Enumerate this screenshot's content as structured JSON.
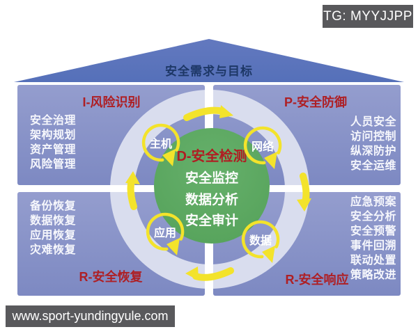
{
  "badges": {
    "tg": "TG: MYYJJPP",
    "website": "www.sport-yundingyule.com"
  },
  "roof": {
    "title": "安全需求与目标"
  },
  "quadrants": {
    "top_left": {
      "header": "I-风险识别",
      "items": [
        "安全治理",
        "架构规划",
        "资产管理",
        "风险管理"
      ]
    },
    "top_right": {
      "header": "P-安全防御",
      "items": [
        "人员安全",
        "访问控制",
        "纵深防护",
        "安全运维"
      ]
    },
    "bottom_left": {
      "header": "R-安全恢复",
      "items": [
        "备份恢复",
        "数据恢复",
        "应用恢复",
        "灾难恢复"
      ]
    },
    "bottom_right": {
      "header": "R-安全响应",
      "items": [
        "应急预案",
        "安全分析",
        "安全预警",
        "事件回溯",
        "联动处置",
        "策略改进"
      ]
    }
  },
  "center": {
    "header": "D-安全检测",
    "items": [
      "安全监控",
      "数据分析",
      "安全审计"
    ]
  },
  "nodes": {
    "host": "主机",
    "network": "网络",
    "application": "应用",
    "data": "数据"
  },
  "colors": {
    "quadrant_blue": "#8690c6",
    "roof_blue": "#5d74bc",
    "ring_lavender": "#d9ddee",
    "center_green": "#58a55e",
    "accent_yellow": "#f3e32b",
    "header_red": "#ae1f24",
    "core_title_red": "#b01d22",
    "badge_gray": "#59595c",
    "roof_text_navy": "#1d3766"
  }
}
